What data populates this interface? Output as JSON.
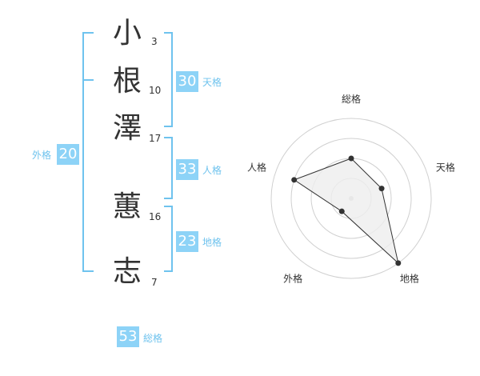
{
  "name_chars": [
    {
      "char": "小",
      "strokes": "3"
    },
    {
      "char": "根",
      "strokes": "10"
    },
    {
      "char": "澤",
      "strokes": "17"
    },
    {
      "char": "蕙",
      "strokes": "16"
    },
    {
      "char": "志",
      "strokes": "7"
    }
  ],
  "fortunes": {
    "tenkaku": {
      "value": "30",
      "label": "天格"
    },
    "jinkaku": {
      "value": "33",
      "label": "人格"
    },
    "chikaku": {
      "value": "23",
      "label": "地格"
    },
    "gaikaku": {
      "value": "20",
      "label": "外格"
    },
    "soukaku": {
      "value": "53",
      "label": "総格"
    }
  },
  "colors": {
    "accent": "#8dd3f7",
    "bracket": "#6fc3ee",
    "text": "#333333",
    "ring": "#d0d0d0",
    "fill": "#eeeeee"
  },
  "chart_data": {
    "type": "radar",
    "axes": [
      "総格",
      "天格",
      "地格",
      "外格",
      "人格"
    ],
    "values": [
      0.5,
      0.4,
      1.0,
      0.2,
      0.75
    ],
    "max": 1.0,
    "rings": 4
  }
}
